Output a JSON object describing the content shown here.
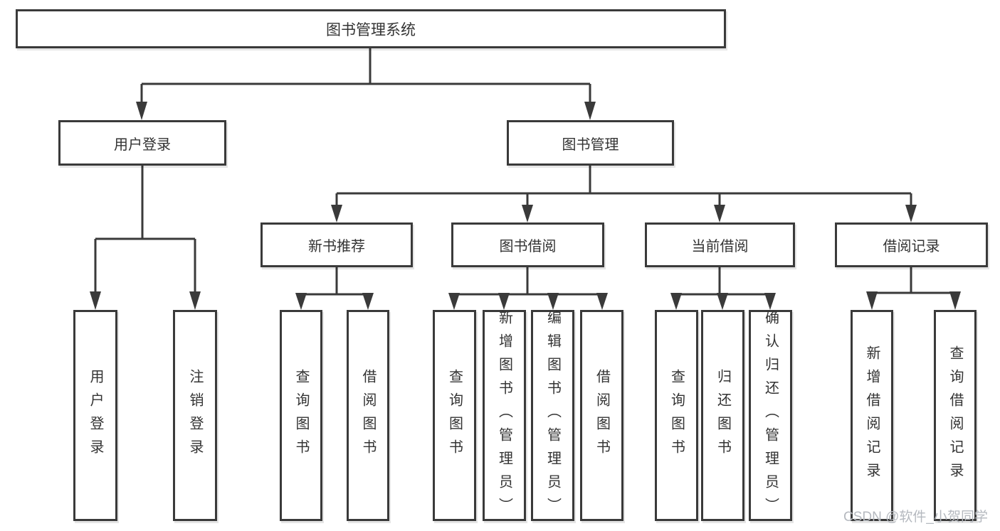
{
  "colors": {
    "line": "#3a3a3a",
    "box_border": "#3a3a3a",
    "text": "#333333",
    "watermark": "#b5b9bf",
    "background": "#ffffff"
  },
  "tree": {
    "root": {
      "label": "图书管理系统"
    },
    "level2": [
      {
        "label": "用户登录",
        "parent": "图书管理系统"
      },
      {
        "label": "图书管理",
        "parent": "图书管理系统"
      }
    ],
    "level3": [
      {
        "label": "新书推荐",
        "parent": "图书管理"
      },
      {
        "label": "图书借阅",
        "parent": "图书管理"
      },
      {
        "label": "当前借阅",
        "parent": "图书管理"
      },
      {
        "label": "借阅记录",
        "parent": "图书管理"
      }
    ],
    "leaves": [
      {
        "label": "用户登录",
        "parent": "用户登录"
      },
      {
        "label": "注销登录",
        "parent": "用户登录"
      },
      {
        "label": "查询图书",
        "parent": "新书推荐"
      },
      {
        "label": "借阅图书",
        "parent": "新书推荐"
      },
      {
        "label": "查询图书",
        "parent": "图书借阅"
      },
      {
        "label": "新增图书（管理员）",
        "parent": "图书借阅"
      },
      {
        "label": "编辑图书（管理员）",
        "parent": "图书借阅"
      },
      {
        "label": "借阅图书",
        "parent": "图书借阅"
      },
      {
        "label": "查询图书",
        "parent": "当前借阅"
      },
      {
        "label": "归还图书",
        "parent": "当前借阅"
      },
      {
        "label": "确认归还（管理员）",
        "parent": "当前借阅"
      },
      {
        "label": "新增借阅记录",
        "parent": "借阅记录"
      },
      {
        "label": "查询借阅记录",
        "parent": "借阅记录"
      }
    ]
  },
  "watermark": {
    "text": "CSDN @软件_小贺同学"
  }
}
